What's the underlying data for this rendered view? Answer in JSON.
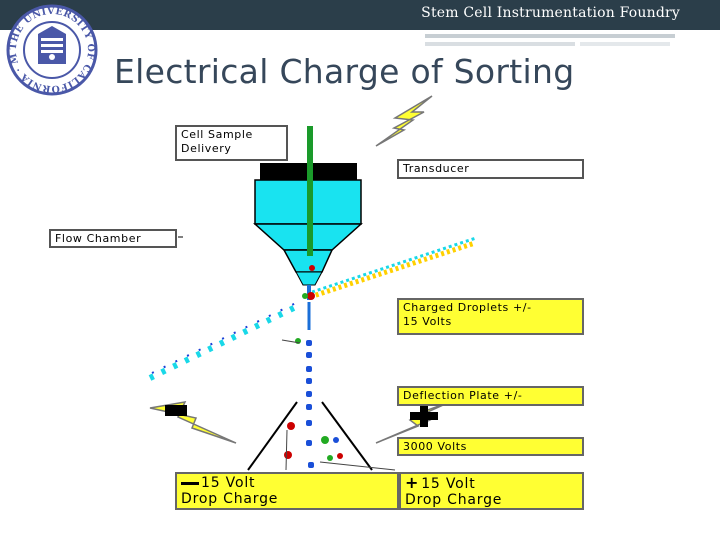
{
  "header": {
    "foundry_name": "Stem Cell Instrumentation Foundry",
    "seal_text": "THE UNIVERSITY OF CALIFORNIA · MERCED ·",
    "accent_bar_color": "#2b3e4a",
    "seal_color": "#4a58a8"
  },
  "slide": {
    "title": "Electrical Charge of Sorting"
  },
  "diagram": {
    "labels": {
      "cell_sample_line1": "Cell Sample",
      "cell_sample_line2": "Delivery",
      "transducer": "Transducer",
      "flow_chamber": "Flow Chamber",
      "charged_droplets_line1": "Charged Droplets +/-",
      "charged_droplets_line2": "15 Volts",
      "deflection_plate": "Deflection Plate +/-",
      "volts_3000": "3000 Volts",
      "neg_drop_line1": "15 Volt",
      "neg_drop_line2": "Drop Charge",
      "pos_drop_line1": "15 Volt",
      "pos_drop_line2": "Drop Charge"
    },
    "colors": {
      "chamber": "#19e3f0",
      "label_fill": "#ffff33",
      "needle": "#1a9a2a",
      "lightning": "#ffff33",
      "cap": "#000000"
    },
    "icons": [
      "lightning-bolt-icon",
      "laser-beam-icon",
      "scatter-light-icon"
    ]
  }
}
